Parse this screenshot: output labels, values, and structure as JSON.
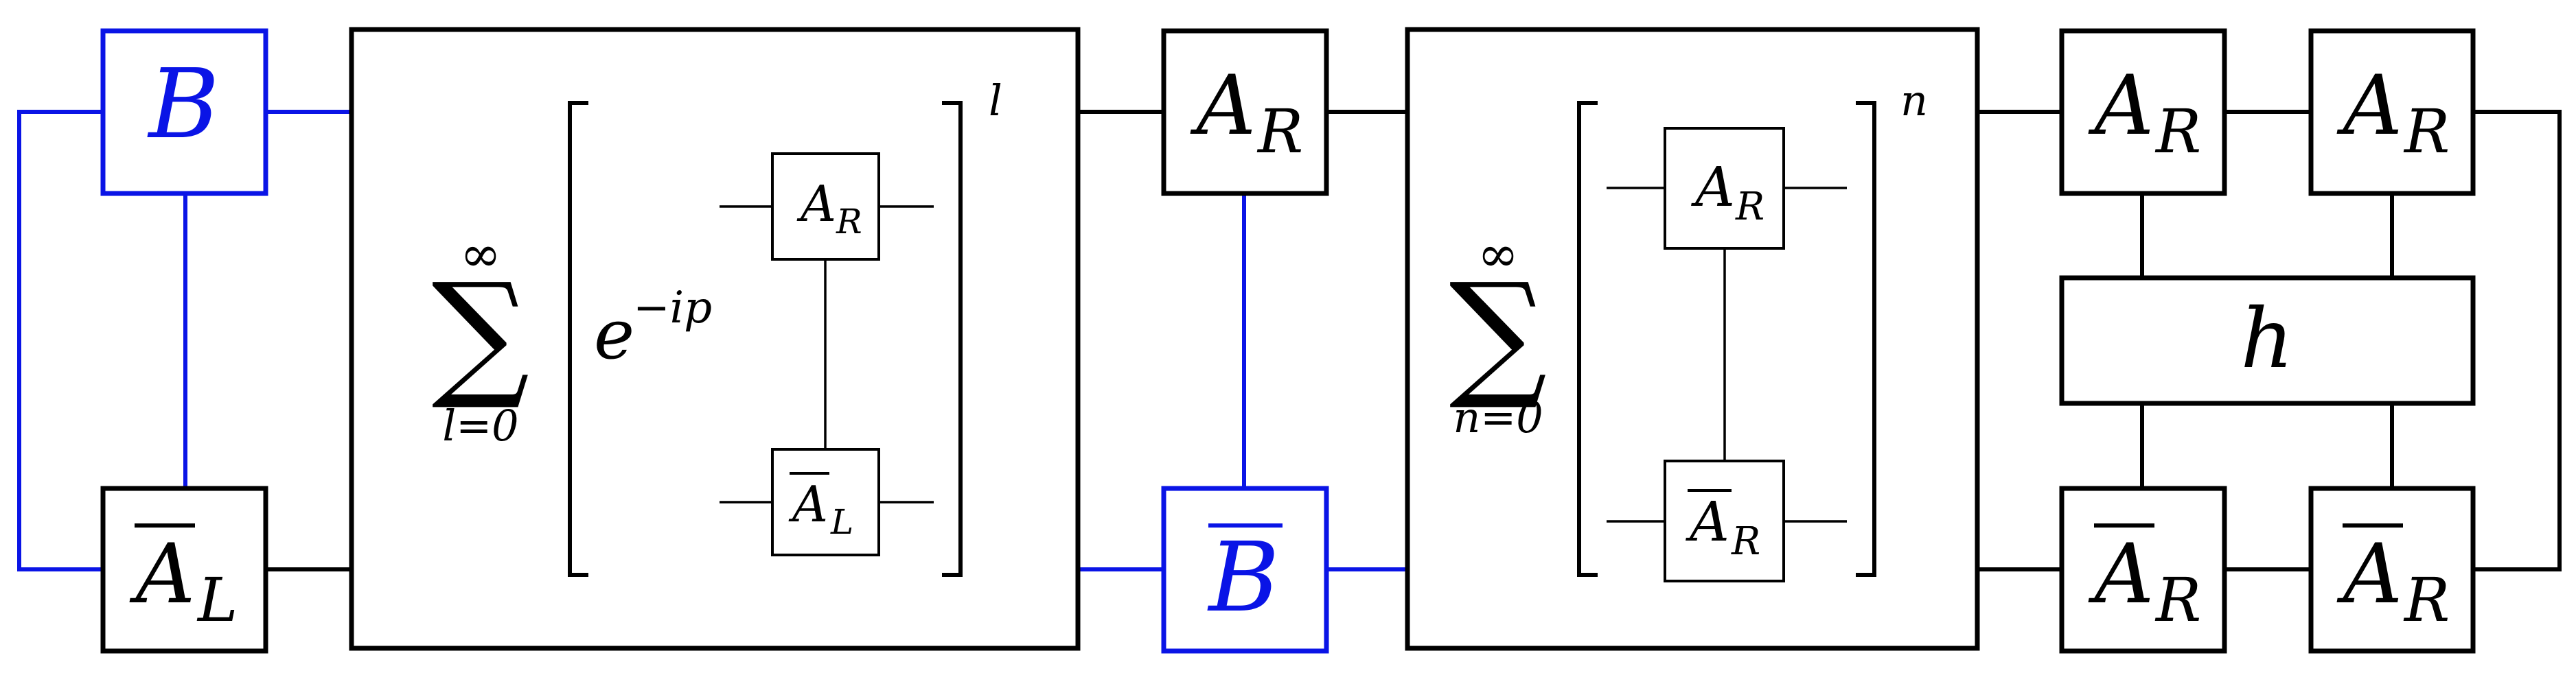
{
  "colors": {
    "ink": "#000000",
    "accent": "#0a14e6"
  },
  "tensors": {
    "B": {
      "label": "B",
      "bar": false,
      "sub": ""
    },
    "AbarL": {
      "label": "A",
      "bar": true,
      "sub": "L"
    },
    "AR_mid": {
      "label": "A",
      "bar": false,
      "sub": "R"
    },
    "Bbar": {
      "label": "B",
      "bar": true,
      "sub": ""
    },
    "AR_right1": {
      "label": "A",
      "bar": false,
      "sub": "R"
    },
    "AR_right2": {
      "label": "A",
      "bar": false,
      "sub": "R"
    },
    "AbarR_right1": {
      "label": "A",
      "bar": true,
      "sub": "R"
    },
    "AbarR_right2": {
      "label": "A",
      "bar": true,
      "sub": "R"
    },
    "h": {
      "label": "h"
    }
  },
  "sum_l": {
    "symbol": "∑",
    "upper": "∞",
    "lower": "l=0",
    "phase_base": "e",
    "phase_exponent": "−ip",
    "power": "l",
    "top": {
      "label": "A",
      "bar": false,
      "sub": "R"
    },
    "bottom": {
      "label": "A",
      "bar": true,
      "sub": "L"
    }
  },
  "sum_n": {
    "symbol": "∑",
    "upper": "∞",
    "lower": "n=0",
    "power": "n",
    "top": {
      "label": "A",
      "bar": false,
      "sub": "R"
    },
    "bottom": {
      "label": "A",
      "bar": true,
      "sub": "R"
    }
  }
}
